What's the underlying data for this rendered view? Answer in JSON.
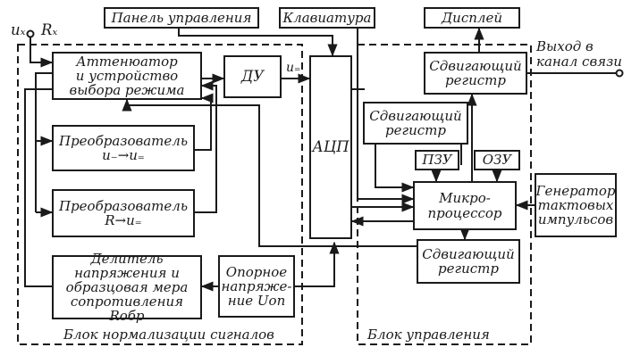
{
  "inputs": {
    "ux": "uₓ",
    "rx": "Rₓ"
  },
  "top_boxes": {
    "control_panel": "Панель управления",
    "keyboard": "Клавиатура",
    "display": "Дисплей"
  },
  "output": {
    "line1": "Выход в",
    "line2": "канал связи"
  },
  "left_block": {
    "attenuator": [
      "Аттенюатор",
      "и устройство",
      "выбора режима"
    ],
    "converter_ac": [
      "Преобразователь",
      "u₋→u₌"
    ],
    "converter_r": [
      "Преобразователь",
      "R→u₌"
    ],
    "divider": [
      "Делитель",
      "напряжения и",
      "образцовая мера",
      "сопротивления Rобр"
    ],
    "caption": "Блок нормализации сигналов"
  },
  "middle": {
    "du": "ДУ",
    "u_eq": "u₌",
    "adc": "АЦП",
    "reference": [
      "Опорное",
      "напряже-",
      "ние Uоп"
    ]
  },
  "right_block": {
    "shift_register_top": [
      "Сдвигающий",
      "регистр"
    ],
    "shift_register_mid": [
      "Сдвигающий",
      "регистр"
    ],
    "shift_register_bottom": [
      "Сдвигающий",
      "регистр"
    ],
    "rom": "ПЗУ",
    "ram": "ОЗУ",
    "cpu": [
      "Микро-",
      "процессор"
    ],
    "caption": "Блок управления"
  },
  "generator": [
    "Генератор",
    "тактовых",
    "импульсов"
  ]
}
